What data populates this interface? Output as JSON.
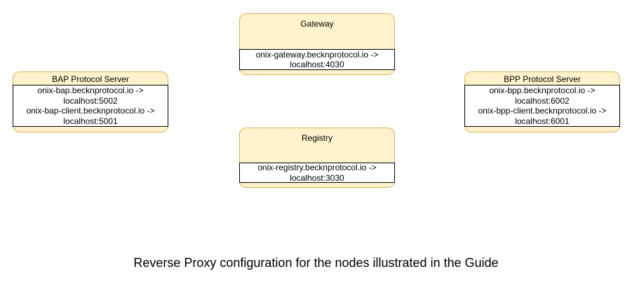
{
  "caption": "Reverse Proxy configuration for the nodes illustrated in the Guide",
  "colors": {
    "node_fill": "#FFF2CC",
    "node_border": "#D6B656",
    "label_fill": "#FFFFFF",
    "label_border": "#000000",
    "text": "#000000",
    "background": "#FFFFFF"
  },
  "nodes": {
    "gateway": {
      "title": "Gateway",
      "lines": [
        "onix-gateway.becknprotocol.io ->",
        "localhost:4030"
      ]
    },
    "bap": {
      "title": "BAP Protocol Server",
      "lines": [
        "onix-bap.becknprotocol.io ->",
        "localhost:5002",
        "onix-bap-client.becknprotocol.io ->",
        "localhost:5001"
      ]
    },
    "bpp": {
      "title": "BPP Protocol Server",
      "lines": [
        "onix-bpp.becknprotocol.io ->",
        "localhost:6002",
        "onix-bpp-client.becknprotocol.io ->",
        "localhost:6001"
      ]
    },
    "registry": {
      "title": "Registry",
      "lines": [
        "onix-registry.becknprotocol.io ->",
        "localhost:3030"
      ]
    }
  }
}
